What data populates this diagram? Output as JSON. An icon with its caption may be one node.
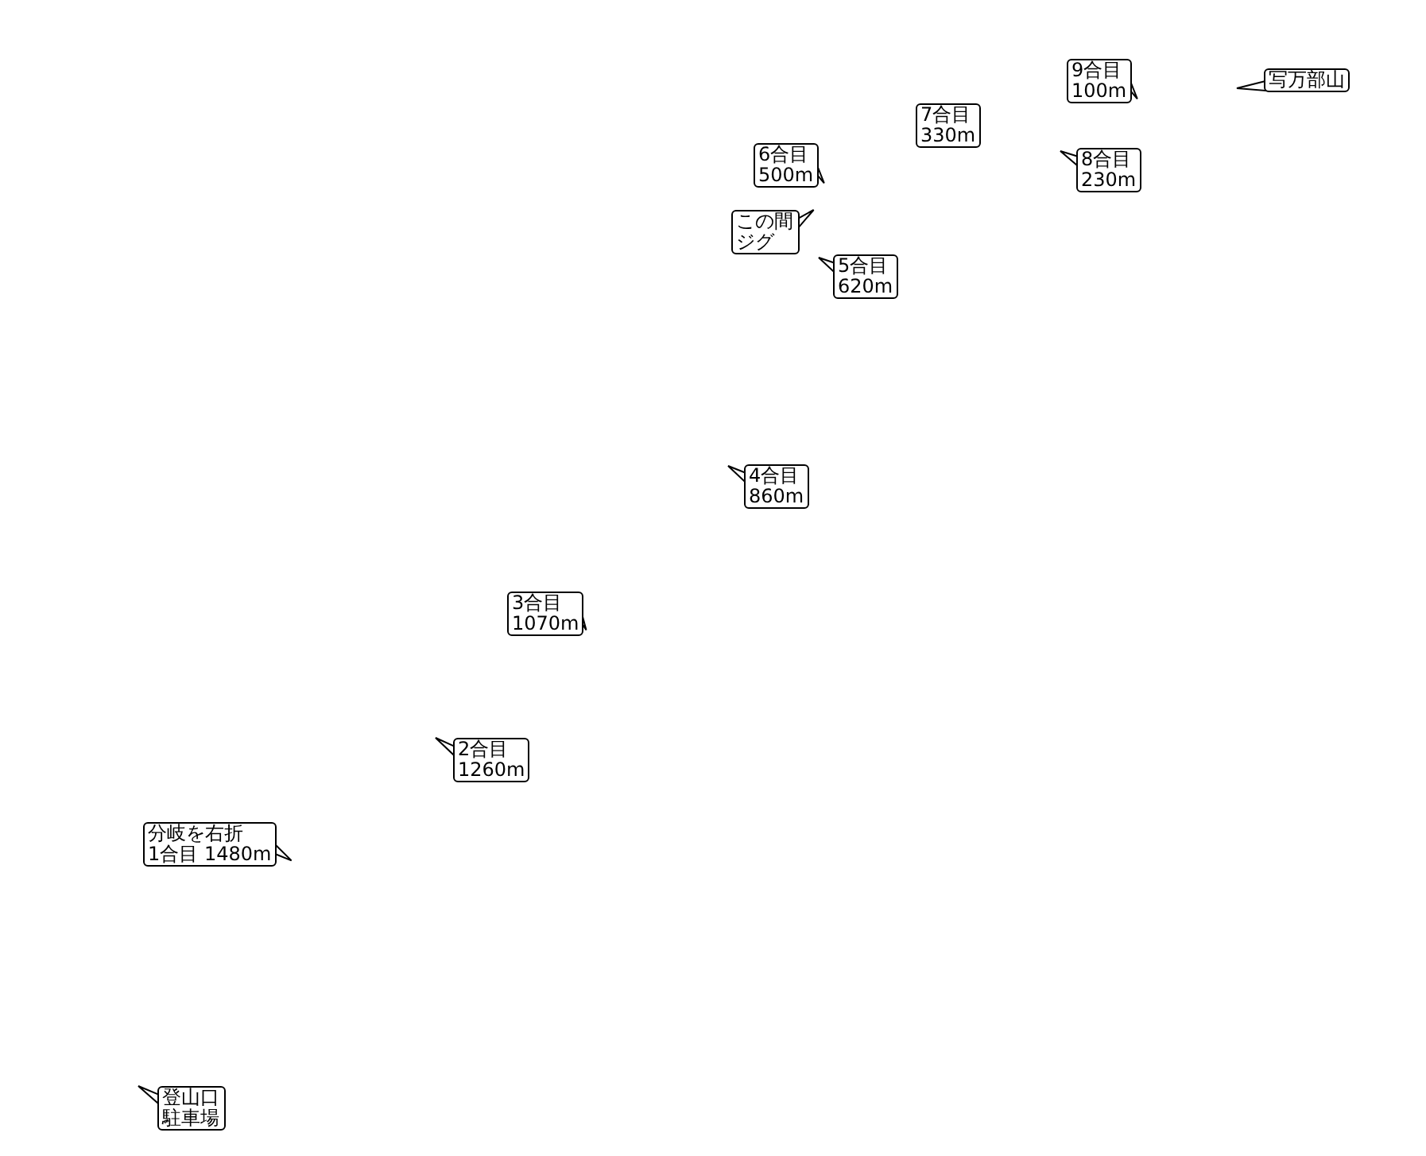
{
  "diagram": {
    "nodes": [
      {
        "text": [
          "9合目",
          "100m"
        ]
      },
      {
        "text": [
          "写万部山"
        ]
      },
      {
        "text": [
          "7合目",
          "330m"
        ]
      },
      {
        "text": [
          "6合目",
          "500m"
        ]
      },
      {
        "text": [
          "8合目",
          "230m"
        ]
      },
      {
        "text": [
          "この間ジグ"
        ]
      },
      {
        "text": [
          "5合目",
          "620m"
        ]
      },
      {
        "text": [
          "4合目",
          "860m"
        ]
      },
      {
        "text": [
          "3合目",
          "1070m"
        ]
      },
      {
        "text": [
          "2合目",
          "1260m"
        ]
      },
      {
        "text": [
          "分岐を右折",
          "1合目 1480m"
        ]
      },
      {
        "text": [
          "登山口駐車場"
        ]
      }
    ]
  }
}
